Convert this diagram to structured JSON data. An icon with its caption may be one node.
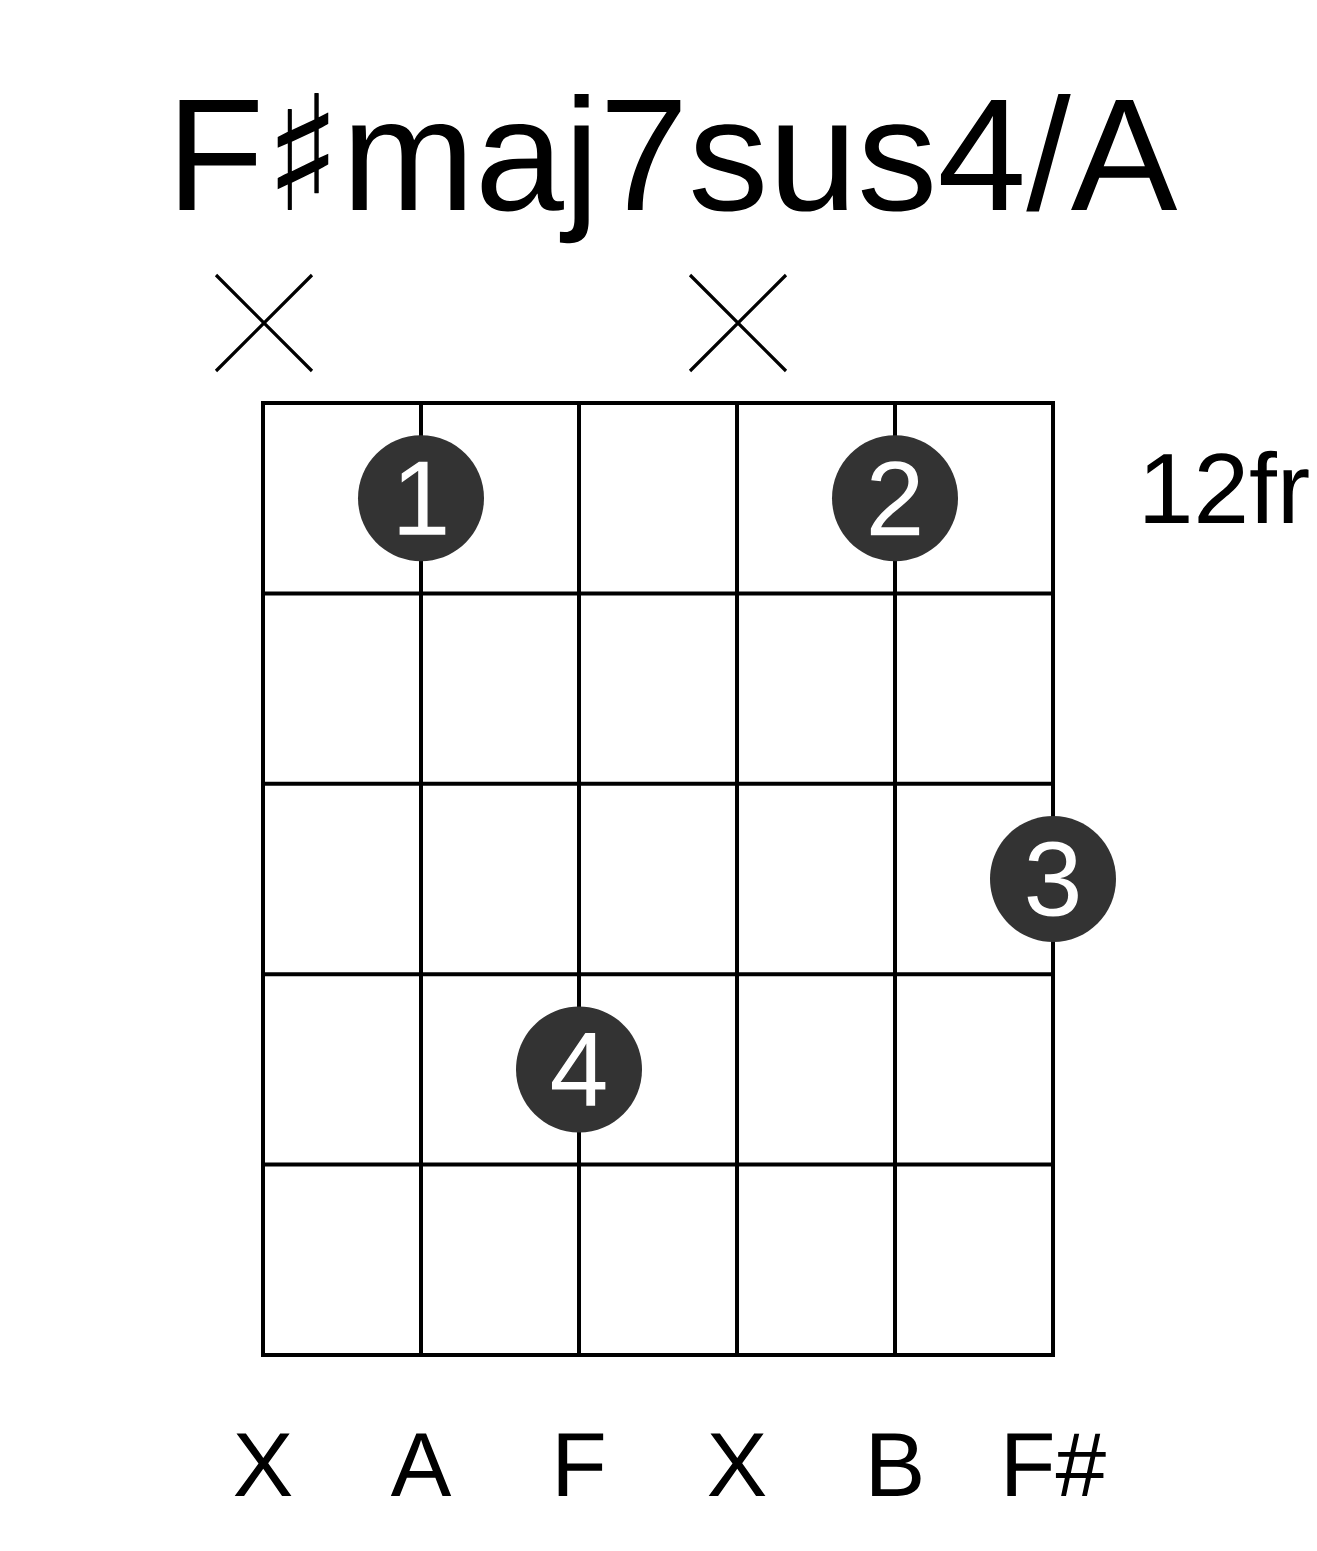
{
  "diagram": {
    "title": "F♯maj7sus4/A",
    "nodes": [
      {
        "text": [
          "1"
        ]
      },
      {
        "text": [
          "2"
        ]
      },
      {
        "text": [
          "3"
        ]
      },
      {
        "text": [
          "4"
        ]
      }
    ],
    "labels": [
      "12fr",
      "X",
      "A",
      "F",
      "X",
      "B",
      "F#"
    ]
  }
}
